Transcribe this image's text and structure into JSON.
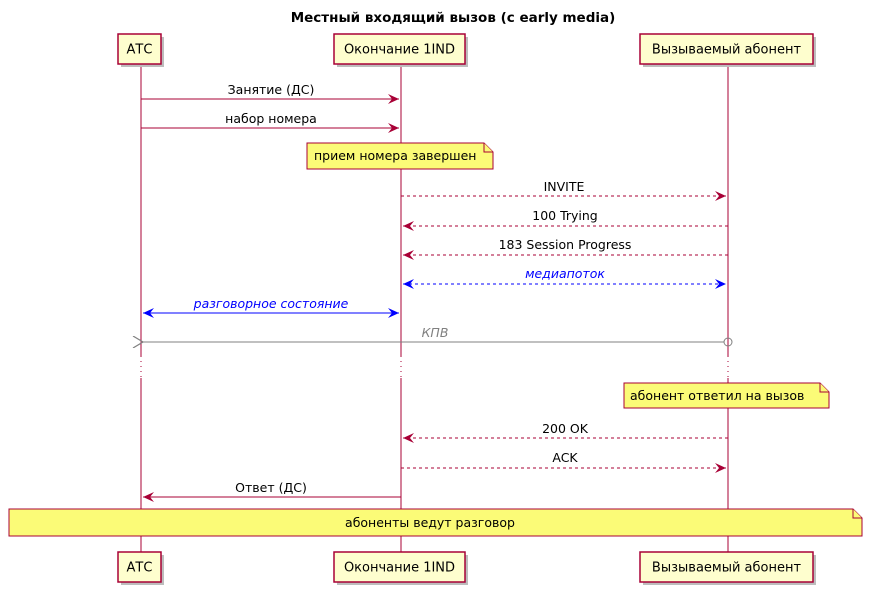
{
  "title": "Местный входящий вызов (с early media)",
  "participants": [
    "АТС",
    "Окончание 1IND",
    "Вызываемый абонент"
  ],
  "messages": [
    {
      "label": "Занятие (ДС)",
      "color": "#A80036",
      "italic": false
    },
    {
      "label": "набор номера",
      "color": "#A80036",
      "italic": false
    },
    {
      "label": "INVITE",
      "color": "#A80036",
      "italic": false
    },
    {
      "label": "100 Trying",
      "color": "#A80036",
      "italic": false
    },
    {
      "label": "183 Session Progress",
      "color": "#A80036",
      "italic": false
    },
    {
      "label": "медиапоток",
      "color": "#0000FF",
      "italic": true
    },
    {
      "label": "разговорное состояние",
      "color": "#0000FF",
      "italic": true
    },
    {
      "label": "КПВ",
      "color": "#808080",
      "italic": true
    },
    {
      "label": "200 OK",
      "color": "#A80036",
      "italic": false
    },
    {
      "label": "ACK",
      "color": "#A80036",
      "italic": false
    },
    {
      "label": "Ответ (ДС)",
      "color": "#A80036",
      "italic": false
    }
  ],
  "notes": [
    "прием номера завершен",
    "абонент ответил на вызов",
    "абоненты ведут разговор"
  ],
  "colors": {
    "participant_fill": "#FEFECE",
    "border": "#A80036",
    "note_fill": "#FBFB77",
    "media": "#0000FF",
    "kpv": "#808080"
  }
}
